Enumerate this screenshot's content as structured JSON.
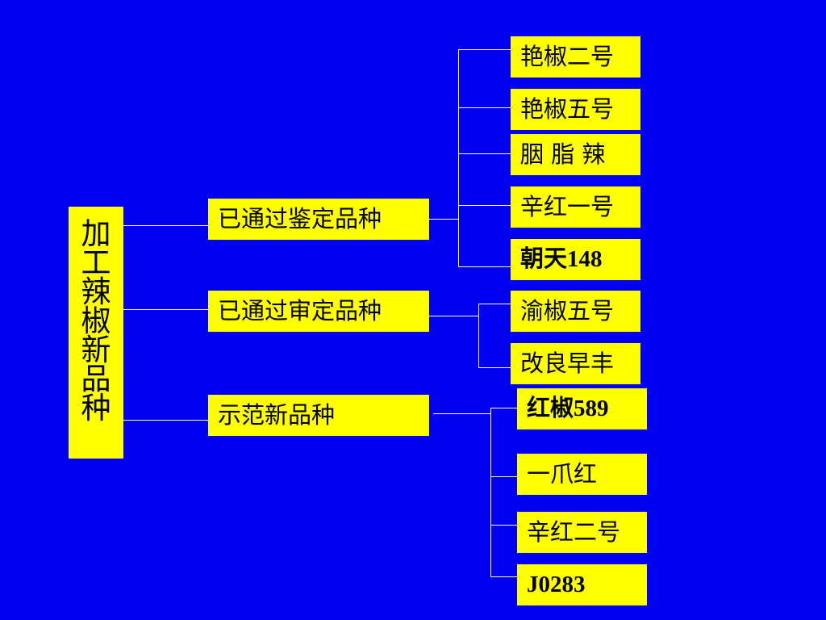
{
  "root": {
    "chars": [
      "加",
      "工",
      "辣",
      "椒",
      "新",
      "品",
      "种"
    ]
  },
  "categories": [
    {
      "label": "已通过鉴定品种",
      "items": [
        "艳椒二号",
        "艳椒五号",
        "胭 脂 辣",
        "辛红一号",
        "朝天148"
      ]
    },
    {
      "label": "已通过审定品种",
      "items": [
        "渝椒五号",
        "改良早丰"
      ]
    },
    {
      "label": "示范新品种",
      "items": [
        "红椒589",
        "一爪红",
        "辛红二号",
        "J0283"
      ]
    }
  ],
  "colors": {
    "background": "#0000F3",
    "box": "#FFFF00",
    "text": "#000000",
    "connector": "#FFFFFF"
  }
}
